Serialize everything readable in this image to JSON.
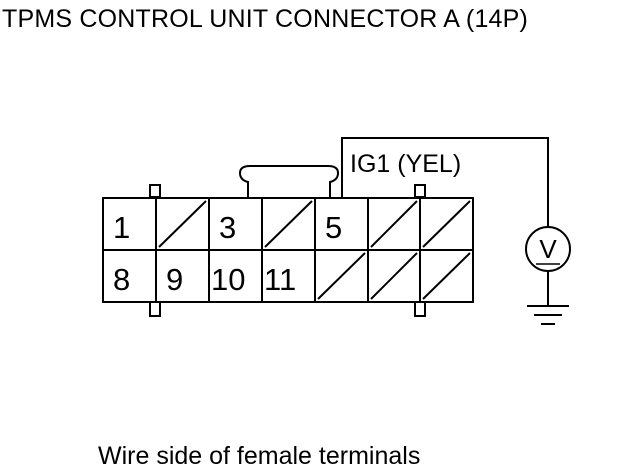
{
  "title": "TPMS CONTROL UNIT CONNECTOR A (14P)",
  "connector": {
    "top_row": [
      {
        "label": "1",
        "empty": false
      },
      {
        "label": "",
        "empty": true
      },
      {
        "label": "3",
        "empty": false
      },
      {
        "label": "",
        "empty": true
      },
      {
        "label": "5",
        "empty": false
      },
      {
        "label": "",
        "empty": true
      },
      {
        "label": "",
        "empty": true
      }
    ],
    "bottom_row": [
      {
        "label": "8",
        "empty": false
      },
      {
        "label": "9",
        "empty": false
      },
      {
        "label": "10",
        "empty": false
      },
      {
        "label": "11",
        "empty": false
      },
      {
        "label": "",
        "empty": true
      },
      {
        "label": "",
        "empty": true
      },
      {
        "label": "",
        "empty": true
      }
    ]
  },
  "probe": {
    "terminal_label": "IG1 (YEL)",
    "meter_symbol": "V"
  },
  "caption": "Wire side of female terminals"
}
